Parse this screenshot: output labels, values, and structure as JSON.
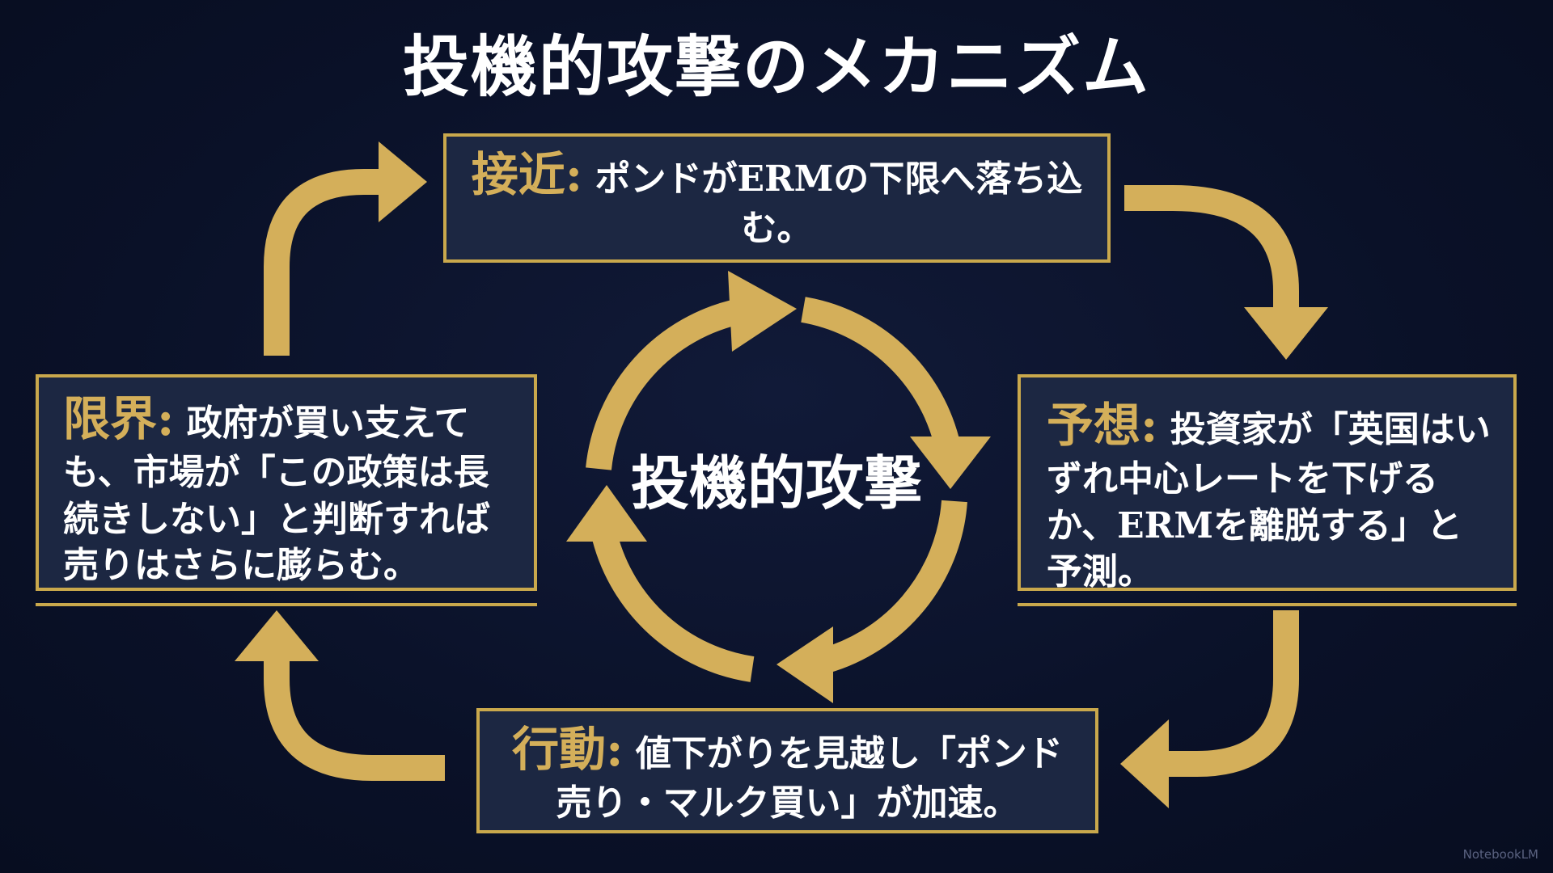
{
  "title": "投機的攻撃のメカニズム",
  "center": "投機的攻撃",
  "steps": [
    {
      "id": "approach",
      "head": "接近:",
      "text": "ポンドがERMの下限へ落ち込む。"
    },
    {
      "id": "expect",
      "head": "予想:",
      "text": "投資家が「英国はいずれ中心レートを下げるか、ERMを離脱する」と予測。"
    },
    {
      "id": "action",
      "head": "行動:",
      "text": "値下がりを見越し「ポンド売り・マルク買い」が加速。"
    },
    {
      "id": "limit",
      "head": "限界:",
      "text": "政府が買い支えても、市場が「この政策は長続きしない」と判断すれば売りはさらに膨らむ。"
    }
  ],
  "watermark": "NotebookLM",
  "colors": {
    "background": "#0a1128",
    "accent": "#c9a84c",
    "box": "#1c2742",
    "heading": "#d4af5a"
  }
}
